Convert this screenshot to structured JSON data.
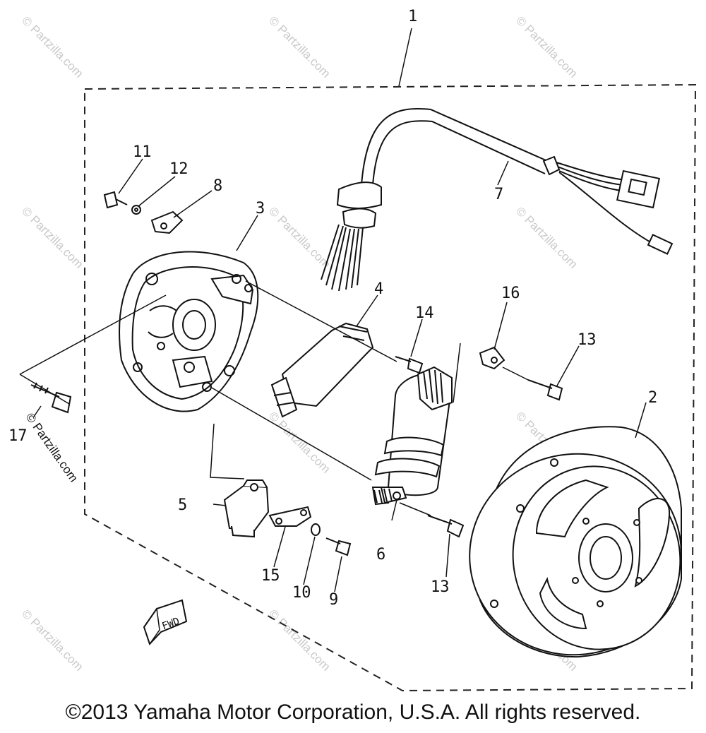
{
  "diagram": {
    "callouts": {
      "c1": "1",
      "c2": "2",
      "c3": "3",
      "c4": "4",
      "c5": "5",
      "c6": "6",
      "c7": "7",
      "c8": "8",
      "c9": "9",
      "c10": "10",
      "c11": "11",
      "c12": "12",
      "c13a": "13",
      "c13b": "13",
      "c14": "14",
      "c15": "15",
      "c16": "16",
      "c17": "17"
    },
    "fwd_label": "FWD",
    "watermark": "© Partzilla.com",
    "side_watermark": "© Partzilla.com"
  },
  "footer": {
    "copyright": "©2013 Yamaha Motor Corporation, U.S.A. All rights reserved."
  }
}
